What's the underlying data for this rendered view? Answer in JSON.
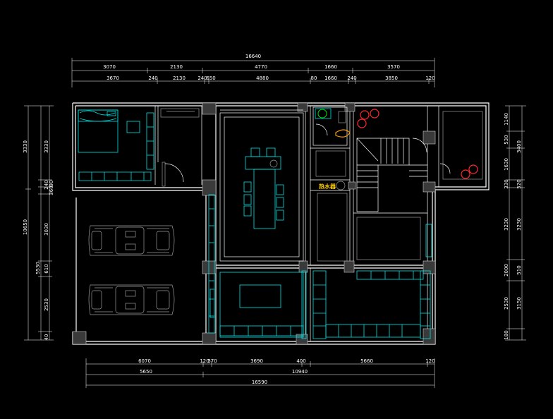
{
  "labels": {
    "water_heater": "热水器"
  },
  "dims": {
    "top_total": "16640",
    "top_row1": [
      "3070",
      "2130",
      "4770",
      "1660",
      "3570"
    ],
    "top_row2": [
      "3670",
      "240",
      "2130",
      "240",
      "650",
      "4880",
      "80",
      "1660",
      "240",
      "3850",
      "120"
    ],
    "bottom_row1": [
      "6070",
      "120",
      "370",
      "3690",
      "400",
      "5660",
      "120"
    ],
    "bottom_row2": [
      "5650",
      "10940"
    ],
    "bottom_total": "16590",
    "left_outer": [
      "3330",
      "10650",
      "5530"
    ],
    "left_inner": [
      "3330",
      "240",
      "360",
      "90",
      "3030",
      "610",
      "2530",
      "40"
    ],
    "right_inner": [
      "1140",
      "530",
      "1630",
      "330",
      "3230",
      "2000",
      "2530",
      "180"
    ],
    "right_outer": [
      "3400",
      "520",
      "3230",
      "510",
      "3150"
    ]
  },
  "colors": {
    "wall": "#ffffff",
    "furniture": "#00e5e5",
    "equipment": "#9a9a9a",
    "marker": "#ff2a2a",
    "label": "#ffd000"
  }
}
